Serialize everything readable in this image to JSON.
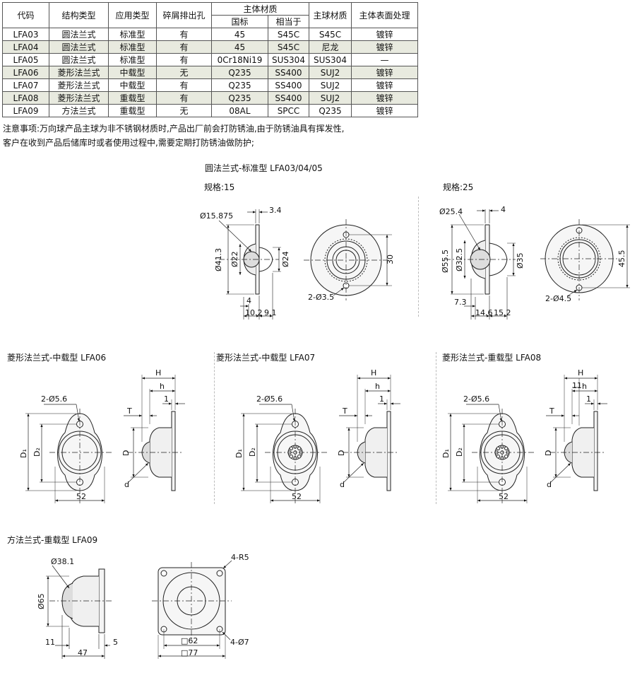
{
  "table": {
    "headers": [
      "代码",
      "结构类型",
      "应用类型",
      "碎屑排出孔",
      "主体材质",
      "主球材质",
      "主体表面处理"
    ],
    "subheaders": [
      "国标",
      "相当于"
    ],
    "rows": [
      [
        "LFA03",
        "圆法兰式",
        "标准型",
        "有",
        "45",
        "S45C",
        "S45C",
        "镀锌"
      ],
      [
        "LFA04",
        "圆法兰式",
        "标准型",
        "有",
        "45",
        "S45C",
        "尼龙",
        "镀锌"
      ],
      [
        "LFA05",
        "圆法兰式",
        "标准型",
        "有",
        "0Cr18Ni19",
        "SUS304",
        "SUS304",
        "—"
      ],
      [
        "LFA06",
        "菱形法兰式",
        "中载型",
        "无",
        "Q235",
        "SS400",
        "SUJ2",
        "镀锌"
      ],
      [
        "LFA07",
        "菱形法兰式",
        "中载型",
        "有",
        "Q235",
        "SS400",
        "SUJ2",
        "镀锌"
      ],
      [
        "LFA08",
        "菱形法兰式",
        "重载型",
        "有",
        "Q235",
        "SS400",
        "SUJ2",
        "镀锌"
      ],
      [
        "LFA09",
        "方法兰式",
        "重载型",
        "无",
        "08AL",
        "SPCC",
        "Q235",
        "镀锌"
      ]
    ]
  },
  "notes": {
    "line1": "注意事项:万向球产品主球为非不锈钢材质时,产品出厂前会打防锈油,由于防锈油具有挥发性,",
    "line2": "客户在收到产品后储库时或者使用过程中,需要定期打防锈油做防护;"
  },
  "sections": {
    "round": {
      "title": "圆法兰式-标准型 LFA03/04/05",
      "spec15": "规格:15",
      "spec25": "规格:25",
      "dims15": {
        "ball": "Ø15.875",
        "flange_t": "3.4",
        "d_outer": "Ø41.3",
        "d_ball_seat": "Ø22",
        "d_body": "Ø24",
        "t4": "4",
        "h1": "10.2",
        "h2": "9.1",
        "holes": "2-Ø3.5",
        "pitch": "30"
      },
      "dims25": {
        "ball": "Ø25.4",
        "flange_t": "4",
        "d_outer": "Ø55.5",
        "d_ball_seat": "Ø32.5",
        "d_body": "Ø35",
        "t": "7.3",
        "h1": "14.6",
        "h2": "15.2",
        "holes": "2-Ø4.5",
        "pitch": "45.5"
      }
    },
    "rhombus": [
      {
        "title": "菱形法兰式-中载型 LFA06",
        "holes": "2-Ø5.6",
        "width": "52"
      },
      {
        "title": "菱形法兰式-中载型 LFA07",
        "holes": "2-Ø5.6",
        "width": "52"
      },
      {
        "title": "菱形法兰式-重载型 LFA08",
        "holes": "2-Ø5.6",
        "width": "52",
        "extra": "11"
      }
    ],
    "labels": {
      "H": "H",
      "h": "h",
      "one": "1",
      "T": "T",
      "D": "D",
      "D1": "D₁",
      "D2": "D₂",
      "d": "d"
    },
    "square": {
      "title": "方法兰式-重载型 LFA09",
      "ball": "Ø38.1",
      "body": "Ø65",
      "left": "11",
      "flange": "5",
      "height": "47",
      "radius": "4-R5",
      "holes": "4-Ø7",
      "inner": "□62",
      "outer": "□77"
    }
  }
}
